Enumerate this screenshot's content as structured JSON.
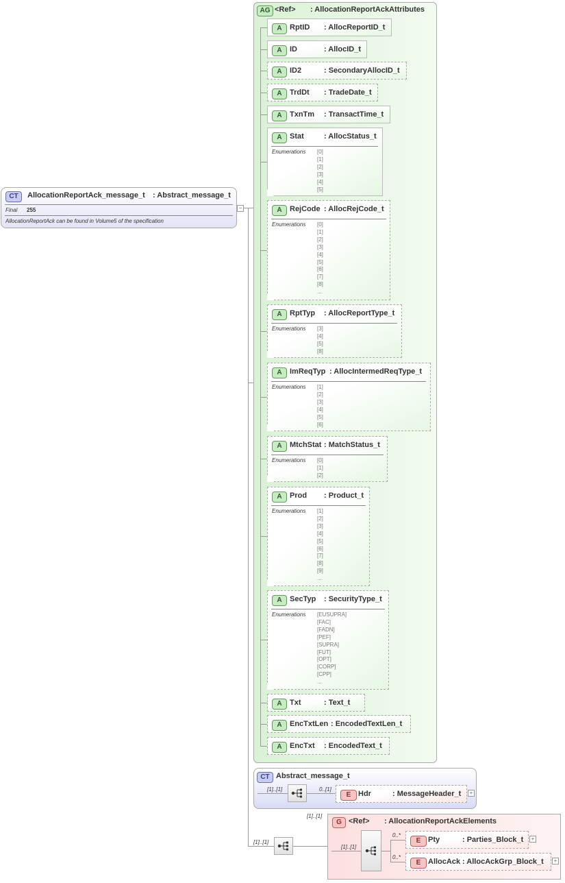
{
  "root": {
    "badge": "CT",
    "name": "AllocationReportAck_message_t",
    "base": ": Abstract_message_t",
    "final_label": "Final",
    "final_value": "255",
    "doc": "AllocationReportAck can be found in Volume5 of the specification"
  },
  "attr_group": {
    "badge": "AG",
    "ref": "<Ref>",
    "name": ": AllocationReportAckAttributes"
  },
  "attributes": [
    {
      "badge": "A",
      "name": "RptID",
      "type": ": AllocReportID_t"
    },
    {
      "badge": "A",
      "name": "ID",
      "type": ": AllocID_t"
    },
    {
      "badge": "A",
      "name": "ID2",
      "type": ": SecondaryAllocID_t"
    },
    {
      "badge": "A",
      "name": "TrdDt",
      "type": ": TradeDate_t"
    },
    {
      "badge": "A",
      "name": "TxnTm",
      "type": ": TransactTime_t"
    },
    {
      "badge": "A",
      "name": "Stat",
      "type": ": AllocStatus_t",
      "enum_label": "Enumerations",
      "enums": "[0]\n[1]\n[2]\n[3]\n[4]\n[5]"
    },
    {
      "badge": "A",
      "name": "RejCode",
      "type": ": AllocRejCode_t",
      "enum_label": "Enumerations",
      "enums": "[0]\n[1]\n[2]\n[3]\n[4]\n[5]\n[6]\n[7]\n[8]\n..."
    },
    {
      "badge": "A",
      "name": "RptTyp",
      "type": ": AllocReportType_t",
      "enum_label": "Enumerations",
      "enums": "[3]\n[4]\n[5]\n[8]"
    },
    {
      "badge": "A",
      "name": "ImReqTyp",
      "type": ": AllocIntermedReqType_t",
      "enum_label": "Enumerations",
      "enums": "[1]\n[2]\n[3]\n[4]\n[5]\n[6]"
    },
    {
      "badge": "A",
      "name": "MtchStat",
      "type": ": MatchStatus_t",
      "enum_label": "Enumerations",
      "enums": "[0]\n[1]\n[2]"
    },
    {
      "badge": "A",
      "name": "Prod",
      "type": ": Product_t",
      "enum_label": "Enumerations",
      "enums": "[1]\n[2]\n[3]\n[4]\n[5]\n[6]\n[7]\n[8]\n[9]\n..."
    },
    {
      "badge": "A",
      "name": "SecTyp",
      "type": ": SecurityType_t",
      "enum_label": "Enumerations",
      "enums": "[EUSUPRA]\n[FAC]\n[FADN]\n[PEF]\n[SUPRA]\n[FUT]\n[OPT]\n[CORP]\n[CPP]\n..."
    },
    {
      "badge": "A",
      "name": "Txt",
      "type": ": Text_t"
    },
    {
      "badge": "A",
      "name": "EncTxtLen",
      "type": ": EncodedTextLen_t"
    },
    {
      "badge": "A",
      "name": "EncTxt",
      "type": ": EncodedText_t"
    }
  ],
  "abstract": {
    "badge": "CT",
    "name": "Abstract_message_t",
    "seq_card": "[1]..[1]",
    "hdr_card": "0..[1]",
    "hdr_badge": "E",
    "hdr_name": "Hdr",
    "hdr_type": ": MessageHeader_t"
  },
  "group": {
    "outer_card": "[1]..[1]",
    "group_card": "[1]..[1]",
    "badge": "G",
    "ref": "<Ref>",
    "name": ": AllocationReportAckElements",
    "inner_card": "[1]..[1]",
    "pty_card": "0..*",
    "pty_badge": "E",
    "pty_name": "Pty",
    "pty_type": ": Parties_Block_t",
    "ack_card": "0..*",
    "ack_badge": "E",
    "ack_name": "AllocAck",
    "ack_type": ": AllocAckGrp_Block_t"
  },
  "icons": {
    "plus": "+",
    "minus": "−"
  }
}
